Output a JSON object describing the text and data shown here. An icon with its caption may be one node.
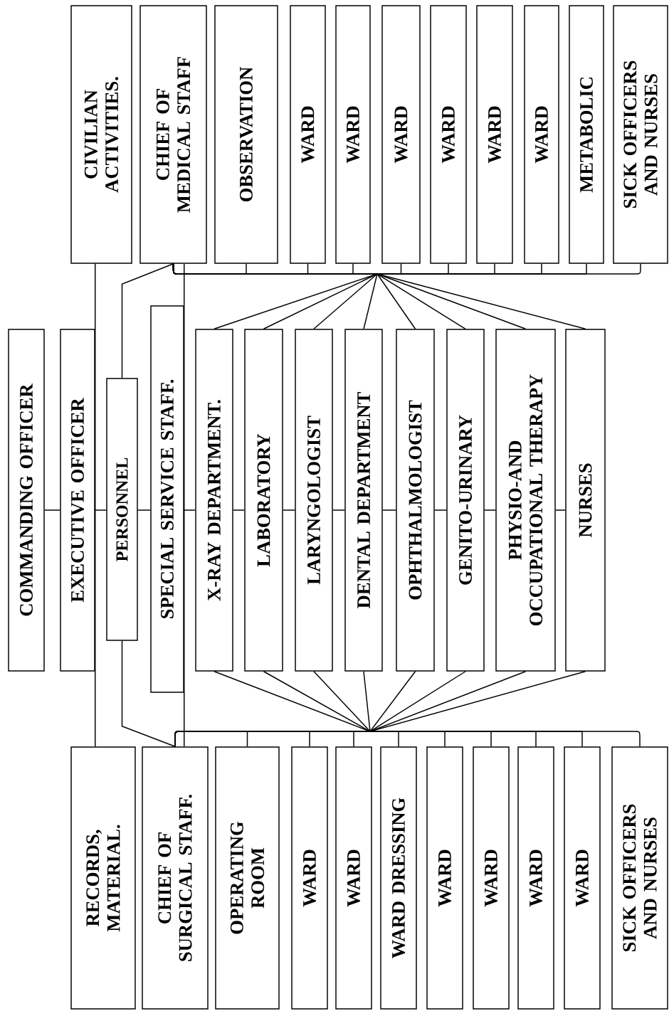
{
  "diagram": {
    "nodes": [
      {
        "text": [
          "COMMANDING OFFICER"
        ]
      },
      {
        "text": [
          "EXECUTIVE OFFICER"
        ]
      },
      {
        "text": [
          "PERSONNEL"
        ]
      },
      {
        "text": [
          "SPECIAL SERVICE STAFF."
        ]
      },
      {
        "text": [
          "X-RAY DEPARTMENT."
        ]
      },
      {
        "text": [
          "LABORATORY"
        ]
      },
      {
        "text": [
          "LARYNGOLOGIST"
        ]
      },
      {
        "text": [
          "DENTAL DEPARTMENT"
        ]
      },
      {
        "text": [
          "OPHTHALMOLOGIST"
        ]
      },
      {
        "text": [
          "GENITO-URINARY"
        ]
      },
      {
        "text": [
          "PHYSIO-AND OCCUPATIONAL THERAPY"
        ]
      },
      {
        "text": [
          "NURSES"
        ]
      },
      {
        "text": [
          "CIVILIAN ACTIVITIES."
        ]
      },
      {
        "text": [
          "CHIEF OF MEDICAL STAFF"
        ]
      },
      {
        "text": [
          "OBSERVATION"
        ]
      },
      {
        "text": [
          "WARD"
        ]
      },
      {
        "text": [
          "WARD"
        ]
      },
      {
        "text": [
          "WARD"
        ]
      },
      {
        "text": [
          "WARD"
        ]
      },
      {
        "text": [
          "WARD"
        ]
      },
      {
        "text": [
          "WARD"
        ]
      },
      {
        "text": [
          "METABOLIC"
        ]
      },
      {
        "text": [
          "SICK OFFICERS AND NURSES"
        ]
      },
      {
        "text": [
          "RECORDS, MATERIAL."
        ]
      },
      {
        "text": [
          "CHIEF OF SURGICAL STAFF."
        ]
      },
      {
        "text": [
          "OPERATING ROOM"
        ]
      },
      {
        "text": [
          "WARD"
        ]
      },
      {
        "text": [
          "WARD"
        ]
      },
      {
        "text": [
          "WARD DRESSING"
        ]
      },
      {
        "text": [
          "WARD"
        ]
      },
      {
        "text": [
          "WARD"
        ]
      },
      {
        "text": [
          "WARD"
        ]
      },
      {
        "text": [
          "WARD"
        ]
      },
      {
        "text": [
          "SICK OFFICERS AND NURSES"
        ]
      }
    ],
    "edges": [
      {
        "from": 0,
        "to": 1,
        "arrow": "none"
      },
      {
        "from": 1,
        "to": 2,
        "arrow": "none"
      },
      {
        "from": 2,
        "to": 3,
        "arrow": "none"
      },
      {
        "from": 3,
        "to": 4,
        "arrow": "none"
      },
      {
        "from": 4,
        "to": 5,
        "arrow": "none"
      },
      {
        "from": 5,
        "to": 6,
        "arrow": "none"
      },
      {
        "from": 6,
        "to": 7,
        "arrow": "none"
      },
      {
        "from": 7,
        "to": 8,
        "arrow": "none"
      },
      {
        "from": 8,
        "to": 9,
        "arrow": "none"
      },
      {
        "from": 9,
        "to": 10,
        "arrow": "none"
      },
      {
        "from": 10,
        "to": 11,
        "arrow": "none"
      },
      {
        "from": 1,
        "to": 12,
        "arrow": "none"
      },
      {
        "from": 1,
        "to": 23,
        "arrow": "none"
      },
      {
        "from": 2,
        "to": 13,
        "arrow": "none"
      },
      {
        "from": 2,
        "to": 24,
        "arrow": "none"
      },
      {
        "from": 13,
        "to": 14,
        "arrow": "none"
      },
      {
        "from": 13,
        "to": 15,
        "arrow": "none"
      },
      {
        "from": 13,
        "to": 16,
        "arrow": "none"
      },
      {
        "from": 13,
        "to": 17,
        "arrow": "none"
      },
      {
        "from": 13,
        "to": 18,
        "arrow": "none"
      },
      {
        "from": 13,
        "to": 19,
        "arrow": "none"
      },
      {
        "from": 13,
        "to": 20,
        "arrow": "none"
      },
      {
        "from": 13,
        "to": 21,
        "arrow": "none"
      },
      {
        "from": 13,
        "to": 22,
        "arrow": "none"
      },
      {
        "from": 24,
        "to": 25,
        "arrow": "none"
      },
      {
        "from": 24,
        "to": 26,
        "arrow": "none"
      },
      {
        "from": 24,
        "to": 27,
        "arrow": "none"
      },
      {
        "from": 24,
        "to": 28,
        "arrow": "none"
      },
      {
        "from": 24,
        "to": 29,
        "arrow": "none"
      },
      {
        "from": 24,
        "to": 30,
        "arrow": "none"
      },
      {
        "from": 24,
        "to": 31,
        "arrow": "none"
      },
      {
        "from": 24,
        "to": 32,
        "arrow": "none"
      },
      {
        "from": 24,
        "to": 33,
        "arrow": "none"
      },
      {
        "from": 3,
        "to": 13,
        "arrow": "none"
      },
      {
        "from": 4,
        "to": 13,
        "arrow": "none"
      },
      {
        "from": 5,
        "to": 13,
        "arrow": "none"
      },
      {
        "from": 6,
        "to": 13,
        "arrow": "none"
      },
      {
        "from": 7,
        "to": 13,
        "arrow": "none"
      },
      {
        "from": 8,
        "to": 13,
        "arrow": "none"
      },
      {
        "from": 9,
        "to": 13,
        "arrow": "none"
      },
      {
        "from": 10,
        "to": 13,
        "arrow": "none"
      },
      {
        "from": 11,
        "to": 13,
        "arrow": "none"
      },
      {
        "from": 3,
        "to": 24,
        "arrow": "none"
      },
      {
        "from": 4,
        "to": 24,
        "arrow": "none"
      },
      {
        "from": 5,
        "to": 24,
        "arrow": "none"
      },
      {
        "from": 6,
        "to": 24,
        "arrow": "none"
      },
      {
        "from": 7,
        "to": 24,
        "arrow": "none"
      },
      {
        "from": 8,
        "to": 24,
        "arrow": "none"
      },
      {
        "from": 9,
        "to": 24,
        "arrow": "none"
      },
      {
        "from": 10,
        "to": 24,
        "arrow": "none"
      },
      {
        "from": 11,
        "to": 24,
        "arrow": "none"
      }
    ]
  }
}
